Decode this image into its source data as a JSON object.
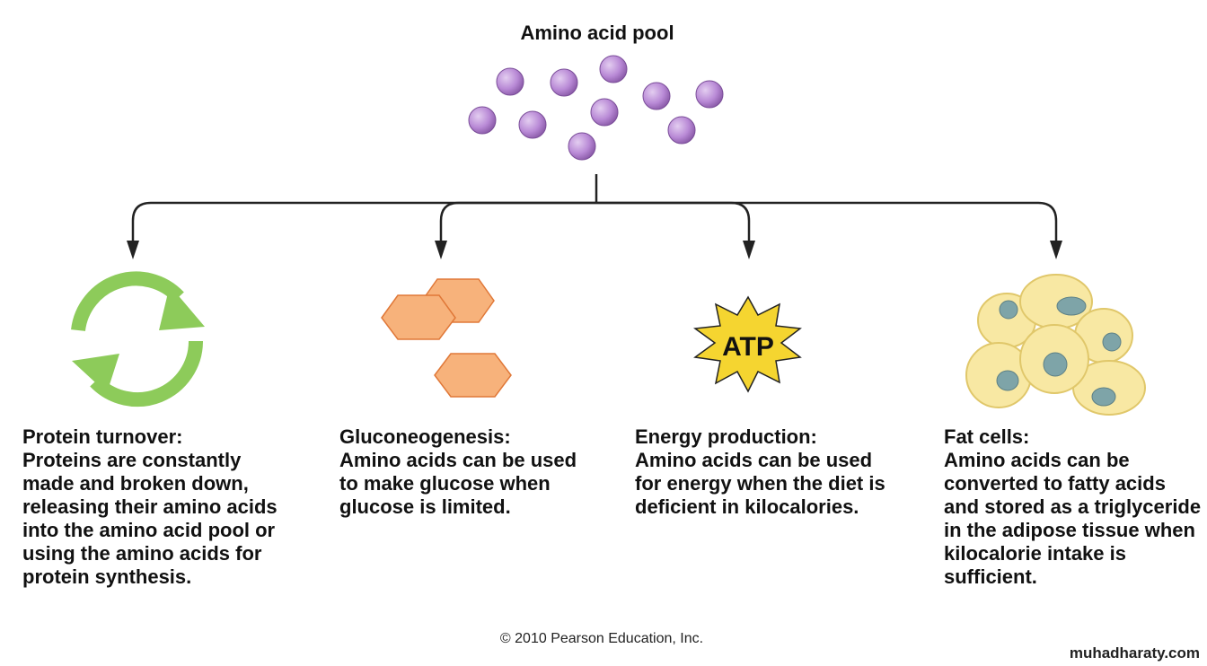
{
  "pool": {
    "title": "Amino acid pool",
    "molecule_color": "#b98ad6"
  },
  "branches": [
    {
      "heading": "Protein turnover:",
      "body": "Proteins are constantly made and broken down, releasing their amino acids into the amino acid pool or using the amino acids for protein synthesis.",
      "icon": "recycle-arrows-icon"
    },
    {
      "heading": "Gluconeogenesis:",
      "body": "Amino acids can be used to make glucose when glucose is limited.",
      "icon": "glucose-hexagons-icon"
    },
    {
      "heading": "Energy production:",
      "body": "Amino acids can be used for energy when the diet is deficient in kilocalories.",
      "icon": "atp-starburst-icon",
      "icon_label": "ATP"
    },
    {
      "heading": "Fat cells:",
      "body": "Amino acids can be converted to fatty acids and stored as a triglyceride in the adipose tissue when kilocalorie intake is sufficient.",
      "icon": "fat-cells-icon"
    }
  ],
  "colors": {
    "cycle_arrow": "#8dcb5a",
    "hexagon_fill": "#f7b27b",
    "hexagon_stroke": "#e07838",
    "atp_fill": "#f5d530",
    "fat_cell_fill": "#f8e8a3",
    "fat_cell_stroke": "#e0c76a",
    "nucleus": "#7ea4a8"
  },
  "copyright": "© 2010 Pearson Education, Inc.",
  "watermark": "muhadharaty.com"
}
